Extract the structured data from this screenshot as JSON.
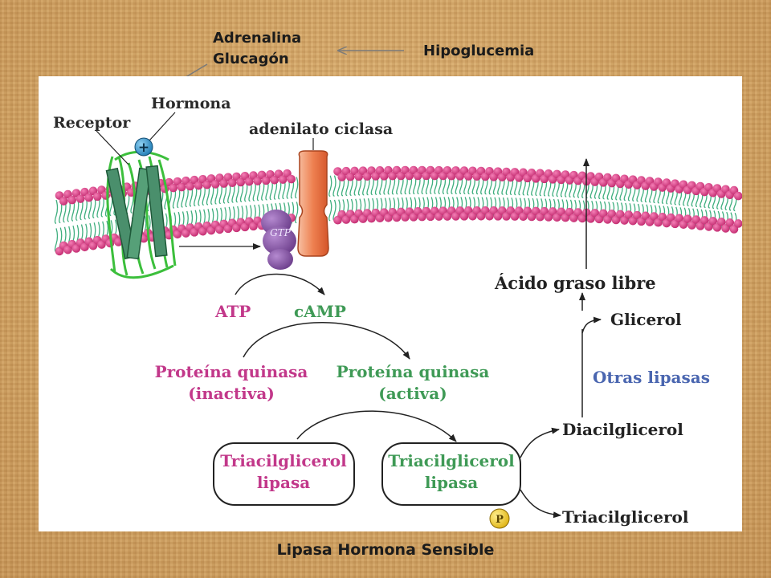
{
  "header": {
    "adrenalina": "Adrenalina",
    "glucagon": "Glucagón",
    "hipoglucemia": "Hipoglucemia"
  },
  "footer": {
    "title": "Lipasa Hormona Sensible"
  },
  "diagram": {
    "hormona": "Hormona",
    "receptor": "Receptor",
    "plus_sign": "+",
    "adenilato": "adenilato ciclasa",
    "gtp": "GTP",
    "atp": "ATP",
    "camp": "cAMP",
    "pk_inactive_1": "Proteína quinasa",
    "pk_inactive_2": "(inactiva)",
    "pk_active_1": "Proteína quinasa",
    "pk_active_2": "(activa)",
    "tgl_inactive_1": "Triacilglicerol",
    "tgl_inactive_2": "lipasa",
    "tgl_active_1": "Triacilglicerol",
    "tgl_active_2": "lipasa",
    "phosphate": "P",
    "acido": "Ácido graso libre",
    "glicerol": "Glicerol",
    "otras": "Otras lipasas",
    "diacil": "Diacilglicerol",
    "triacil": "Triacilglicerol"
  },
  "colors": {
    "membrane_head": "#d6337f",
    "membrane_tail": "#3fae7e",
    "receptor_green": "#3cbf3c",
    "adenylate": "#e8693a",
    "gprotein": "#8a5aa8",
    "pink_text": "#c2388a",
    "green_text": "#3f9a56",
    "blue_text": "#4a66b0",
    "phosphate": "#f2cc2a"
  }
}
